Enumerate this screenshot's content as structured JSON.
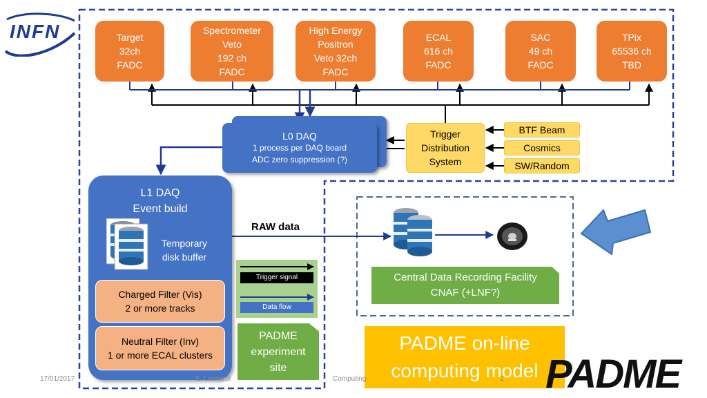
{
  "logo": {
    "text": "INFN"
  },
  "detectors": [
    {
      "label": "Target\n32ch\nFADC"
    },
    {
      "label": "Spectrometer\nVeto\n192 ch\nFADC"
    },
    {
      "label": "High Energy\nPositron\nVeto 32ch\nFADC"
    },
    {
      "label": "ECAL\n616 ch\nFADC"
    },
    {
      "label": "SAC\n49 ch\nFADC"
    },
    {
      "label": "TPix\n65536 ch\nTBD"
    }
  ],
  "trigger": {
    "label": "Trigger\nDistribution\nSystem"
  },
  "sources": [
    {
      "label": "BTF Beam"
    },
    {
      "label": "Cosmics"
    },
    {
      "label": "SW/Random"
    }
  ],
  "l0": {
    "title": "L0 DAQ",
    "line1": "1 process per DAQ board",
    "line2": "ADC zero suppression (?)"
  },
  "l1": {
    "title": "L1 DAQ",
    "subtitle": "Event build",
    "buffer_label": "Temporary\ndisk buffer",
    "charged_filter": "Charged Filter (Vis)\n2 or more tracks",
    "neutral_filter": "Neutral Filter (Inv)\n1 or more ECAL clusters"
  },
  "raw_data_label": "RAW data",
  "legend": {
    "trigger_signal": "Trigger signal",
    "data_flow": "Data flow"
  },
  "padme_site": "PADME\nexperiment\nsite",
  "cdr": "Central Data Recording Facility\nCNAF (+LNF?)",
  "title": "PADME on-line\ncomputing model",
  "footer": {
    "date": "17/01/2017",
    "author": "E. Leonardi",
    "fragment": "Computing",
    "page": "2"
  },
  "padme_logo": "PADME",
  "colors": {
    "detector": "#ed7d31",
    "daq": "#4472c4",
    "trigger": "#ffd966",
    "filter": "#f4b183",
    "green": "#70ad47",
    "dashed_border": "#2f3f9e",
    "title_bg": "#ffc000"
  },
  "icons": [
    "database-icon",
    "tape-reel-icon",
    "arrow-icon"
  ]
}
